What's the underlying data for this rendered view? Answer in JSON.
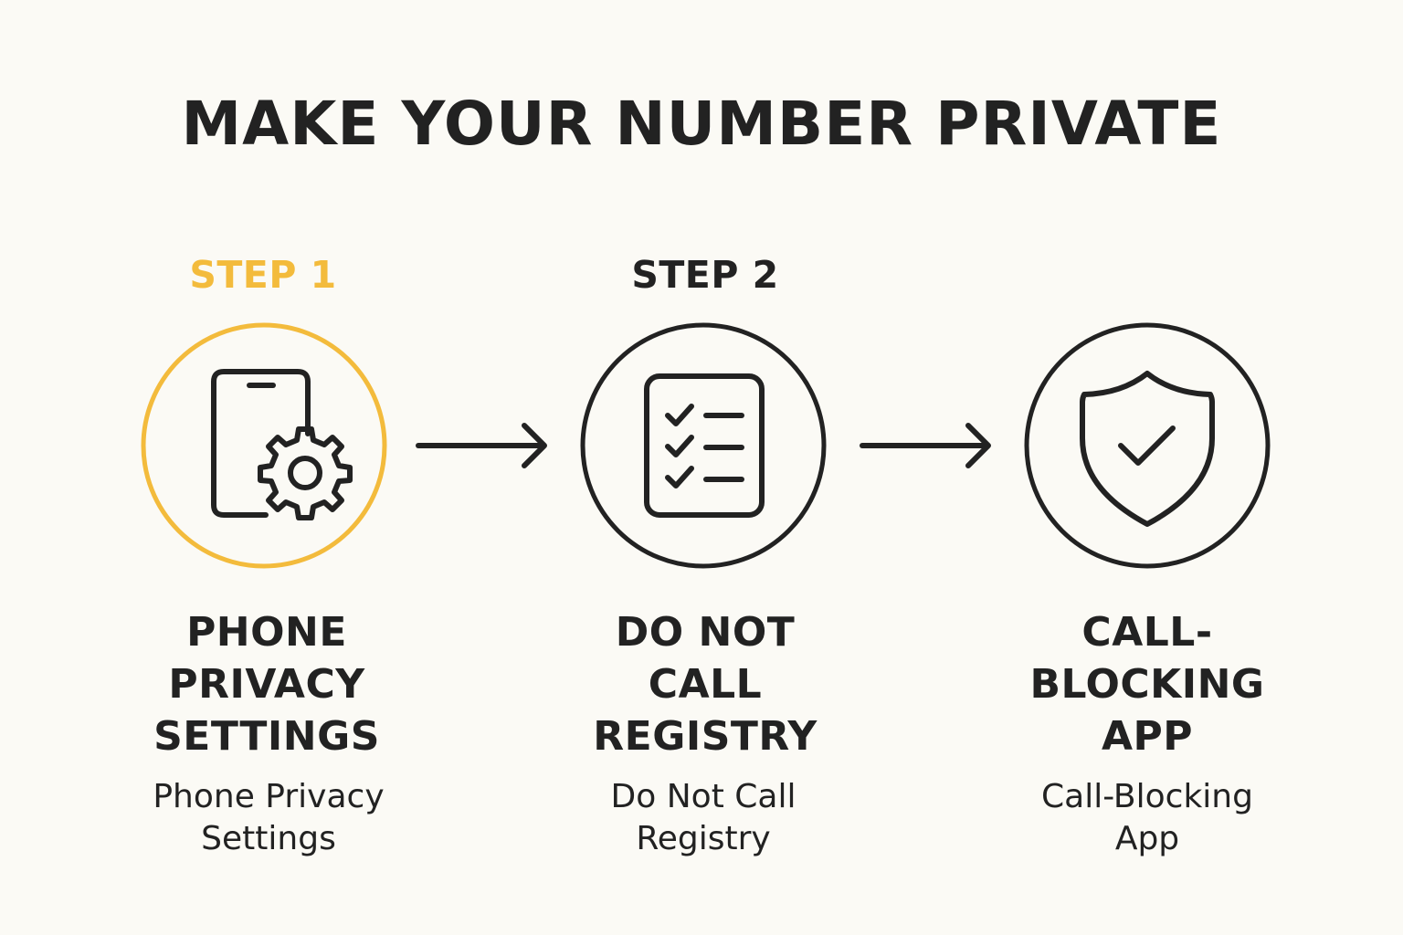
{
  "title": "MAKE YOUR NUMBER PRIVATE",
  "colors": {
    "background": "#fbfaf5",
    "accent": "#f3bb3c",
    "ink": "#222222"
  },
  "steps": [
    {
      "label": "STEP 1",
      "icon": "phone-settings-icon",
      "heading": "PHONE\nPRIVACY\nSETTINGS",
      "description": "Phone Privacy\nSettings",
      "highlighted": true
    },
    {
      "label": "STEP 2",
      "icon": "checklist-icon",
      "heading": "DO NOT\nCALL\nREGISTRY",
      "description": "Do Not Call\nRegistry",
      "highlighted": false
    },
    {
      "icon": "shield-check-icon",
      "heading": "CALL-\nBLOCKING\nAPP",
      "description": "Call-Blocking\nApp",
      "highlighted": false
    }
  ]
}
